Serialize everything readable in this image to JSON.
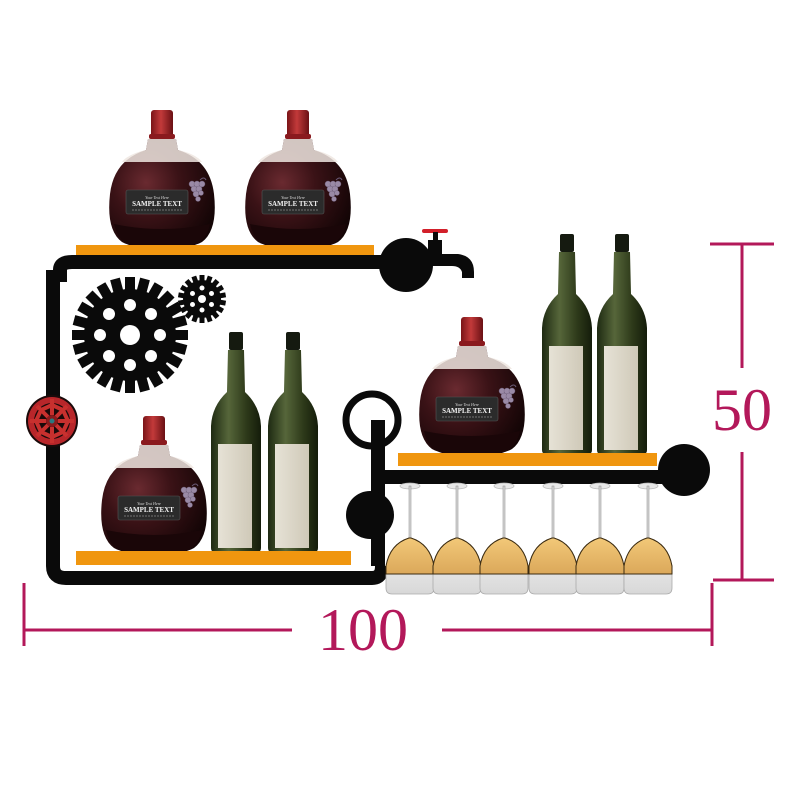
{
  "product": {
    "type": "industrial pipe wall-mounted wine rack",
    "colors": {
      "pipe": "#0a0a0a",
      "shelf": "#f0960f",
      "dimension": "#b3185a",
      "valve": "#c0282a",
      "red_wine": "#3a1216",
      "green_bottle": "#3b4a22",
      "white_wine": "#e8b86a"
    }
  },
  "bottles": {
    "round_label_text": "SAMPLE TEXT",
    "top_shelf_count": 2,
    "lower_left_round_count": 1,
    "lower_left_tall_count": 2,
    "right_round_count": 1,
    "right_tall_count": 2
  },
  "glasses": {
    "count": 6
  },
  "dimensions": {
    "width_label": "100",
    "height_label": "50"
  }
}
